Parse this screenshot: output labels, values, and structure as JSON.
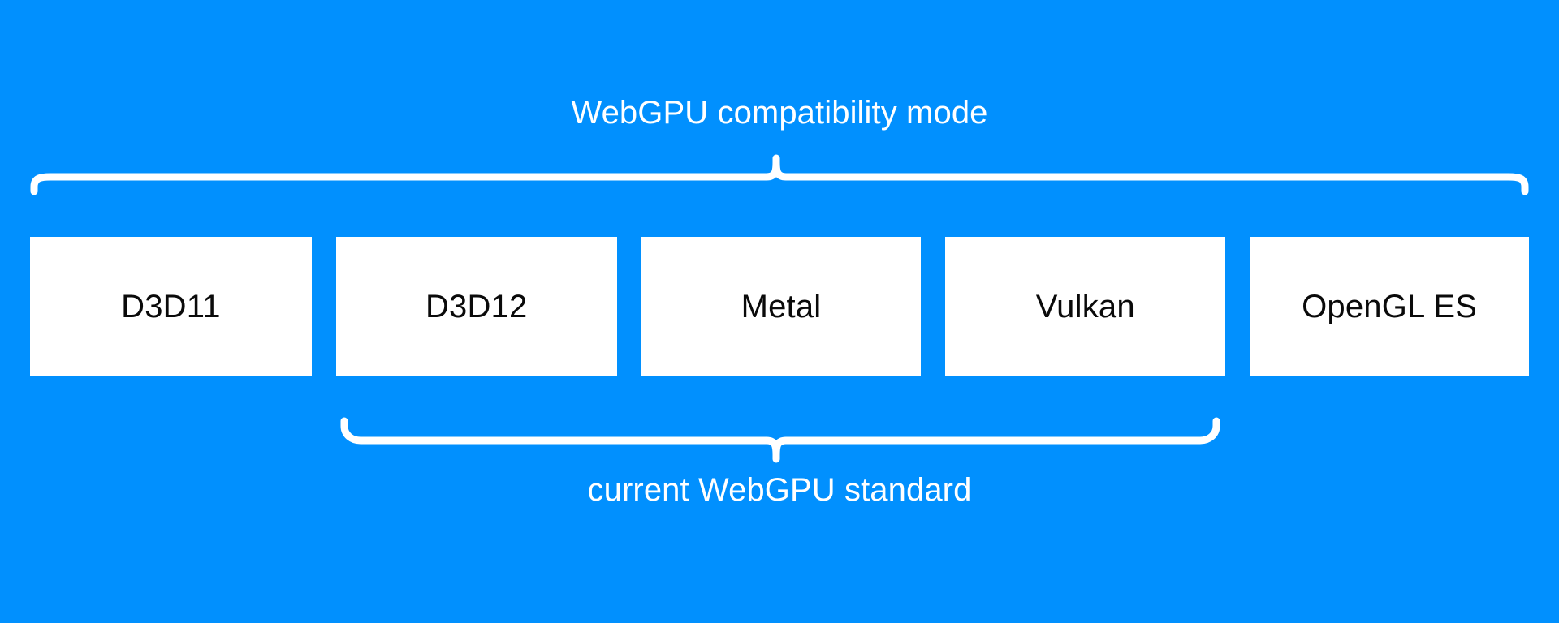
{
  "diagram": {
    "title": "WebGPU compatibility mode",
    "background_color": "#0190fe",
    "box_fill_color": "#ffffff",
    "box_text_color": "#0a0a0a",
    "label_text_color": "#ffffff",
    "braces": {
      "top": {
        "label": "WebGPU compatibility mode",
        "covers": [
          "D3D11",
          "D3D12",
          "Metal",
          "Vulkan",
          "OpenGL ES"
        ],
        "direction": "up"
      },
      "bottom": {
        "label": "current WebGPU standard",
        "covers": [
          "D3D12",
          "Metal",
          "Vulkan"
        ],
        "direction": "down"
      }
    },
    "boxes": [
      {
        "label": "D3D11"
      },
      {
        "label": "D3D12"
      },
      {
        "label": "Metal"
      },
      {
        "label": "Vulkan"
      },
      {
        "label": "OpenGL ES"
      }
    ]
  }
}
